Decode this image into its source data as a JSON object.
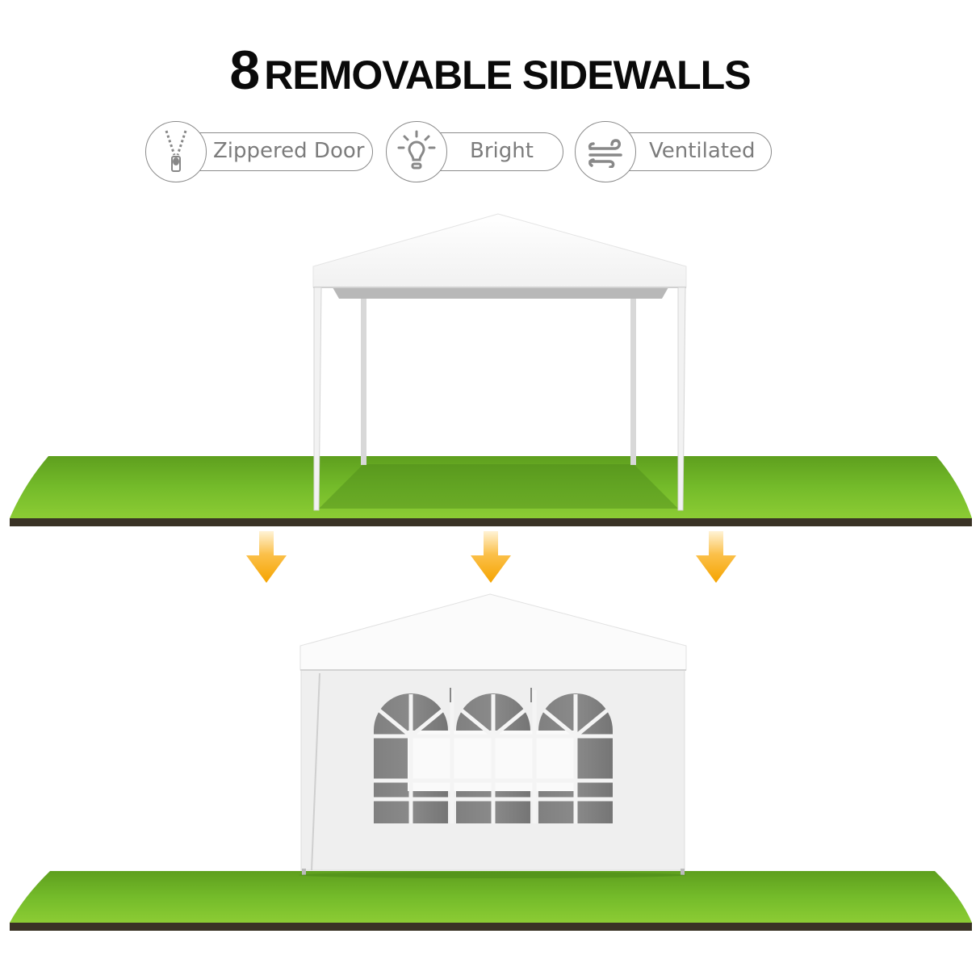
{
  "header": {
    "number": "8",
    "title_rest": "REMOVABLE SIDEWALLS"
  },
  "features": [
    {
      "icon": "zipper-icon",
      "label": "Zippered Door"
    },
    {
      "icon": "lightbulb-icon",
      "label": "Bright"
    },
    {
      "icon": "wind-icon",
      "label": "Ventilated"
    }
  ],
  "colors": {
    "grass": "#6fb62a",
    "soil": "#3a3325",
    "arrow": "#f7a700",
    "badge_gray": "#8a8a8a"
  },
  "scenes": [
    {
      "name": "tent-open",
      "description": "Open gazebo tent on grass"
    },
    {
      "name": "tent-with-sidewall",
      "description": "Tent with window sidewall on grass"
    }
  ]
}
